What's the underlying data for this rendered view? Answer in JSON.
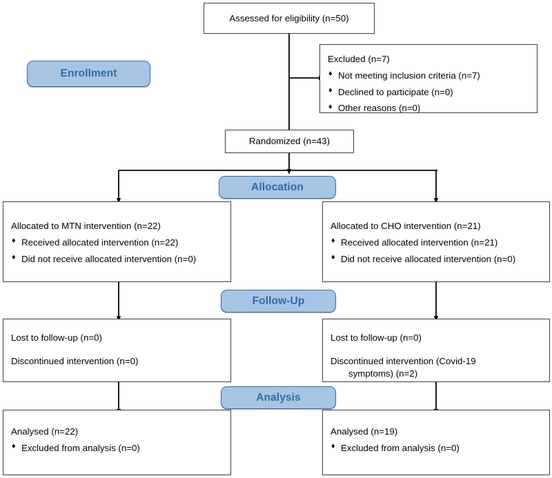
{
  "diagram": {
    "type": "consort-flow-diagram",
    "colors": {
      "stage_fill": "#a8c4e5",
      "stage_border": "#3f6ba8",
      "stage_text": "#2e6ca4",
      "box_border": "#3b3b3b",
      "box_fill": "#ffffff",
      "connector": "#000000"
    },
    "stages": [
      {
        "key": "enrollment",
        "label": "Enrollment"
      },
      {
        "key": "allocation",
        "label": "Allocation"
      },
      {
        "key": "followup",
        "label": "Follow-Up"
      },
      {
        "key": "analysis",
        "label": "Analysis"
      }
    ],
    "nodes": {
      "assessed": {
        "title": "Assessed for eligibility (n=50)"
      },
      "excluded": {
        "title": "Excluded (n=7)",
        "items": [
          "Not meeting inclusion criteria (n=7)",
          "Declined to participate (n=0)",
          "Other reasons (n=0)"
        ]
      },
      "randomized": {
        "title": "Randomized (n=43)"
      },
      "alloc_left": {
        "title": "Allocated to MTN intervention (n=22)",
        "items": [
          "Received allocated intervention (n=22)",
          "Did not receive allocated intervention (n=0)"
        ]
      },
      "alloc_right": {
        "title": "Allocated to CHO intervention (n=21)",
        "items": [
          "Received allocated intervention (n=21)",
          "Did not receive allocated intervention (n=0)"
        ]
      },
      "follow_left": {
        "line1": "Lost to follow-up (n=0)",
        "line2": "Discontinued intervention (n=0)",
        "line3": ""
      },
      "follow_right": {
        "line1": "Lost to follow-up (n=0)",
        "line2": "Discontinued intervention (Covid-19",
        "line3": "symptoms) (n=2)"
      },
      "analysed_left": {
        "title": "Analysed (n=22)",
        "items": [
          "Excluded from analysis (n=0)"
        ]
      },
      "analysed_right": {
        "title": "Analysed (n=19)",
        "items": [
          "Excluded from analysis (n=0)"
        ]
      }
    },
    "bullet_glyph": "♦"
  }
}
